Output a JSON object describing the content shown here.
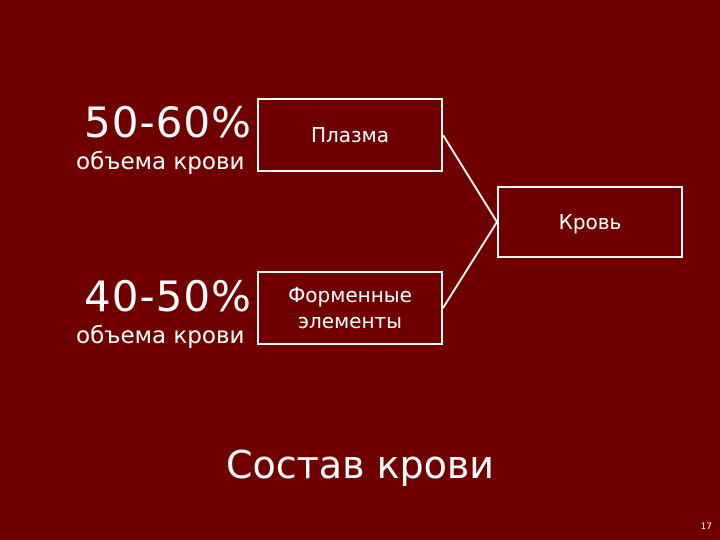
{
  "left_labels": [
    {
      "percent": "50-60%",
      "caption": "объема крови"
    },
    {
      "percent": "40-50%",
      "caption": "объема крови"
    }
  ],
  "boxes": {
    "plasma": "Плазма",
    "blood": "Кровь",
    "formed_elements": "Форменные элементы"
  },
  "title": "Состав крови",
  "page_number": "17",
  "colors": {
    "background": "#700000",
    "foreground": "#ffffff"
  }
}
